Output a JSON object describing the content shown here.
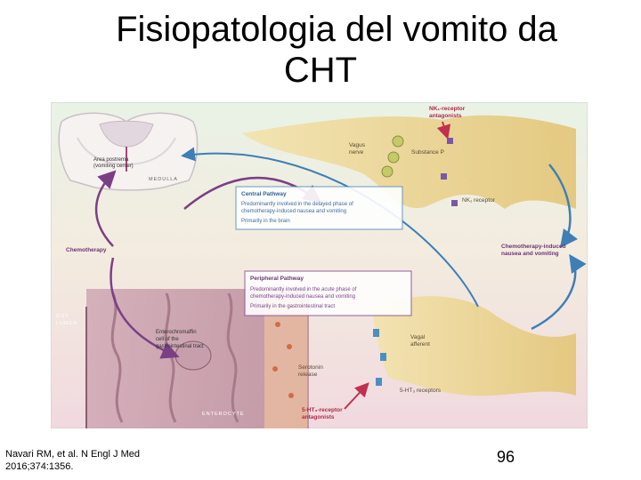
{
  "slide": {
    "title_line1": "Fisiopatologia del vomito da",
    "title_line2": "CHT",
    "citation_line1": "Navari RM, et al. N Engl J Med",
    "citation_line2": "2016;374:1356.",
    "page_number": "96"
  },
  "figure": {
    "nk1_antagonists": [
      "NK₁-receptor",
      "antagonists"
    ],
    "vagus_nerve": [
      "Vagus",
      "nerve"
    ],
    "substance_p": "Substance P",
    "area_postrema": [
      "Area postrema",
      "(vomiting center)"
    ],
    "medulla": "MEDULLA",
    "nk1_receptor": "NK₁ receptor",
    "central_pathway": {
      "title": "Central Pathway",
      "lines": [
        "Predominantly involved in the delayed phase of",
        "chemotherapy-induced nausea and vomiting",
        "Primarily in the brain"
      ]
    },
    "chemotherapy": "Chemotherapy",
    "cinv": [
      "Chemotherapy-induced",
      "nausea and vomiting"
    ],
    "peripheral_pathway": {
      "title": "Peripheral Pathway",
      "lines": [
        "Predominantly involved in the acute phase of",
        "chemotherapy-induced nausea and vomiting",
        "Primarily in the gastrointestinal tract"
      ]
    },
    "gut_lumen": [
      "GUT",
      "LUMEN"
    ],
    "enterochromaffin": [
      "Enterochromaffin",
      "cell of the",
      "gastrointestinal tract"
    ],
    "vagal_afferent": [
      "Vagal",
      "afferent"
    ],
    "serotonin": [
      "Serotonin",
      "release"
    ],
    "ht3_receptors": "5-HT₃ receptors",
    "ht3_antagonists": [
      "5-HT₃-receptor",
      "antagonists"
    ],
    "enterocyte": "ENTEROCYTE"
  }
}
